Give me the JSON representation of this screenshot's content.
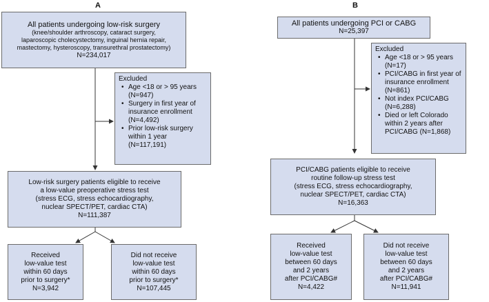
{
  "panels": {
    "a": {
      "label": "A",
      "start": {
        "title": "All patients undergoing low-risk surgery",
        "detail": [
          "(knee/shoulder arthroscopy, cataract surgery,",
          "laparoscopic cholecystectomy, inguinal hernia repair,",
          "mastectomy, hysteroscopy, transurethral prostatectomy)"
        ],
        "n": "N=234,017"
      },
      "excluded": {
        "title": "Excluded",
        "items": [
          [
            "Age <18 or > 95 years",
            "(N=947)"
          ],
          [
            "Surgery in first year of",
            "insurance enrollment",
            "(N=4,492)"
          ],
          [
            "Prior low-risk surgery",
            "within 1 year",
            "(N=117,191)"
          ]
        ]
      },
      "eligible": {
        "lines": [
          "Low-risk surgery patients eligible to receive",
          "a low-value preoperative stress test",
          "(stress ECG, stress echocardiography,",
          "nuclear SPECT/PET, cardiac CTA)"
        ],
        "n": "N=111,387"
      },
      "received": {
        "lines": [
          "Received",
          "low-value test",
          "within 60 days",
          "prior to surgery*"
        ],
        "n": "N=3,942"
      },
      "not_received": {
        "lines": [
          "Did not receive",
          "low-value test",
          "within 60 days",
          "prior to surgery*"
        ],
        "n": "N=107,445"
      }
    },
    "b": {
      "label": "B",
      "start": {
        "title": "All patients undergoing PCI or CABG",
        "n": "N=25,397"
      },
      "excluded": {
        "title": "Excluded",
        "items": [
          [
            "Age <18 or > 95 years",
            "(N=17)"
          ],
          [
            "PCI/CABG in first year of",
            "insurance enrollment",
            "(N=861)"
          ],
          [
            "Not index PCI/CABG",
            "(N=6,288)"
          ],
          [
            "Died or left Colorado",
            "within 2 years after",
            "PCI/CABG (N=1,868)"
          ]
        ]
      },
      "eligible": {
        "lines": [
          "PCI/CABG patients eligible to receive",
          "routine follow-up stress test",
          "(stress ECG, stress echocardiography,",
          "nuclear SPECT/PET, cardiac CTA)"
        ],
        "n": "N=16,363"
      },
      "received": {
        "lines": [
          "Received",
          "low-value test",
          "between 60 days",
          "and 2 years",
          "after PCI/CABG#"
        ],
        "n": "N=4,422"
      },
      "not_received": {
        "lines": [
          "Did not receive",
          "low-value test",
          "between 60 days",
          "and 2 years",
          "after PCI/CABG#"
        ],
        "n": "N=11,941"
      }
    }
  }
}
